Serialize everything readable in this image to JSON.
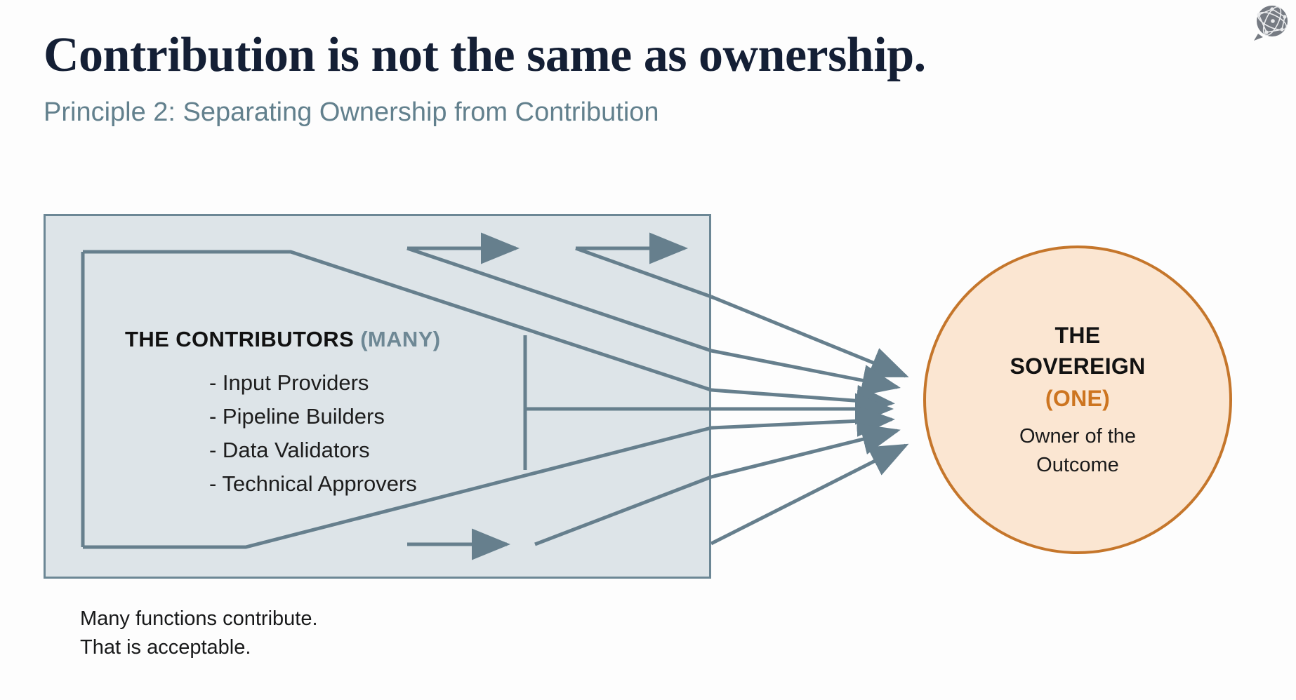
{
  "slide": {
    "title": "Contribution is not the same as ownership.",
    "subtitle": "Principle 2: Separating Ownership from Contribution",
    "background_color": "#fdfdfd"
  },
  "logo": {
    "icon": "network-globe-speech-bubble-logo",
    "color": "#6b7179"
  },
  "contributors": {
    "heading_main": "THE CONTRIBUTORS",
    "heading_qualifier": "(MANY)",
    "items": [
      "- Input Providers",
      "- Pipeline Builders",
      "- Data Validators",
      "- Technical Approvers"
    ],
    "box_fill": "#dde4e8",
    "box_border": "#6c8795",
    "qualifier_color": "#6e8895"
  },
  "sovereign": {
    "title_line1": "THE",
    "title_line2": "SOVEREIGN",
    "qualifier": "(ONE)",
    "description_line1": "Owner of the",
    "description_line2": "Outcome",
    "fill": "#fbe6d2",
    "border": "#c5762b",
    "qualifier_color": "#cd7520"
  },
  "caption": {
    "line1": "Many functions contribute.",
    "line2": "That is acceptable."
  },
  "connectors": {
    "color": "#667f8d",
    "count": 7,
    "description": "Seven arrows converge from the contributors box to the sovereign circle"
  }
}
